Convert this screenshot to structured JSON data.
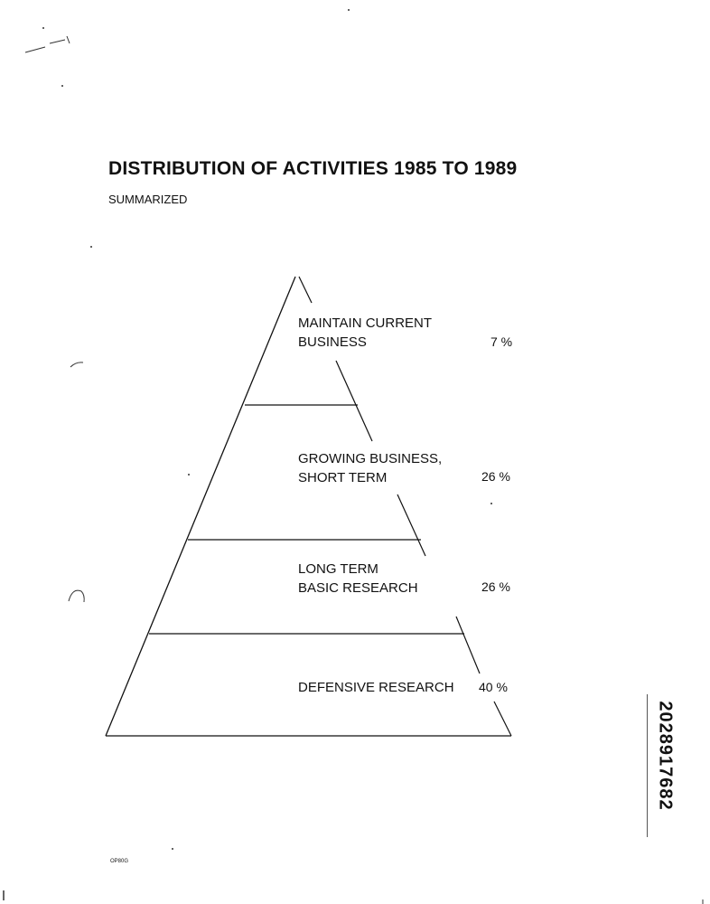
{
  "header": {
    "title": "DISTRIBUTION OF ACTIVITIES  1985 TO 1989",
    "subtitle": "SUMMARIZED"
  },
  "pyramid": {
    "tiers": [
      {
        "label_line1": "MAINTAIN CURRENT",
        "label_line2": "BUSINESS",
        "percent": "7 %"
      },
      {
        "label_line1": "GROWING  BUSINESS,",
        "label_line2": "SHORT  TERM",
        "percent": "26 %"
      },
      {
        "label_line1": "LONG  TERM",
        "label_line2": "BASIC  RESEARCH",
        "percent": "26 %"
      },
      {
        "label_line1": "DEFENSIVE  RESEARCH",
        "label_line2": "",
        "percent": "40 %"
      }
    ]
  },
  "footer": {
    "form_code": "OP80G",
    "document_id": "2028917682"
  }
}
